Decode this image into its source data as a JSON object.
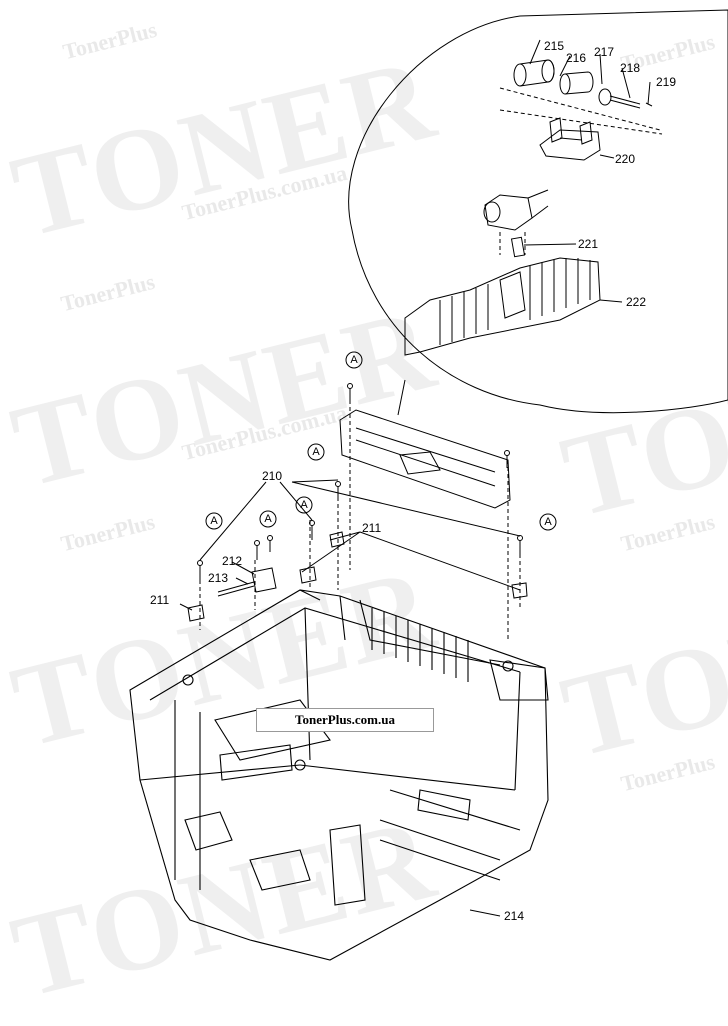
{
  "watermark": {
    "brand_big": "TONER",
    "brand_small": "TonerPlus",
    "site": "TonerPlus.com.ua"
  },
  "site_tag": "TonerPlus.com.ua",
  "callouts": {
    "p210": "210",
    "p211": "211",
    "p212": "212",
    "p213": "213",
    "p214": "214",
    "p215": "215",
    "p216": "216",
    "p217": "217",
    "p218": "218",
    "p219": "219",
    "p220": "220",
    "p221": "221",
    "p222": "222"
  },
  "screw_ref": "A"
}
